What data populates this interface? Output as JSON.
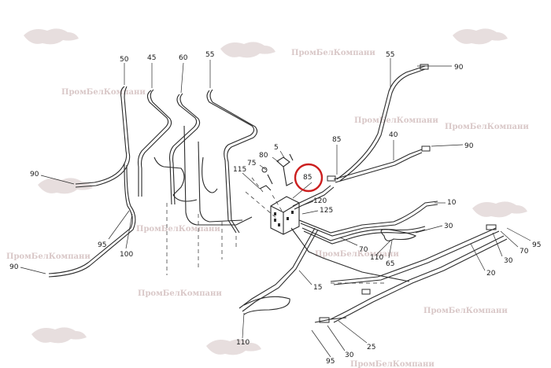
{
  "diagram": {
    "watermark_text": "ПромБелКомпани",
    "watermarks": [
      {
        "text": "ПромБелКомпани"
      },
      {
        "text": "ПромБелКомпани"
      },
      {
        "text": "ПромБелКомпани"
      },
      {
        "text": "ПромБелКомпани"
      },
      {
        "text": "ПромБелКомпани"
      },
      {
        "text": "ПромБелКомпани"
      },
      {
        "text": "ПромБелКомпани"
      },
      {
        "text": "ПромБелКомпани"
      },
      {
        "text": "ПромБелКомпани"
      },
      {
        "text": "ПромБелКомпани"
      }
    ],
    "labels": {
      "l50": "50",
      "l45": "45",
      "l60": "60",
      "l55a": "55",
      "l55b": "55",
      "l90a": "90",
      "l90b": "90",
      "l90c": "90",
      "l90d": "90",
      "l85a": "85",
      "l85b": "85",
      "l40": "40",
      "l5": "5",
      "l80": "80",
      "l75": "75",
      "l115": "115",
      "l120": "120",
      "l125": "125",
      "l95a": "95",
      "l100": "100",
      "l10": "10",
      "l30a": "30",
      "l70a": "70",
      "l110a": "110",
      "l65": "65",
      "l95b": "95",
      "l70b": "70",
      "l30b": "30",
      "l20": "20",
      "l15": "15",
      "l110b": "110",
      "l30c": "30",
      "l25": "25",
      "l95c": "95"
    },
    "highlight": {
      "color": "#cc1f1f",
      "label": "85"
    }
  }
}
